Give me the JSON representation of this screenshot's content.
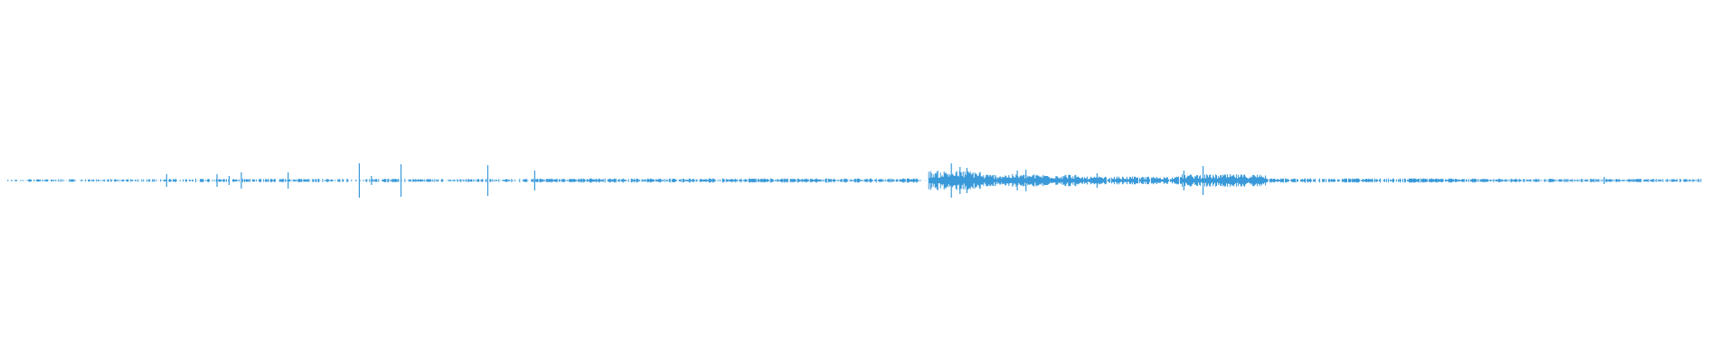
{
  "waveform": {
    "color": "#3a9ad9",
    "background": "#ffffff",
    "segments": [
      {
        "from": 0.004,
        "to": 0.016,
        "level": 0.05,
        "density": 0.35
      },
      {
        "from": 0.016,
        "to": 0.095,
        "level": 0.08,
        "density": 0.55
      },
      {
        "from": 0.095,
        "to": 0.165,
        "level": 0.1,
        "density": 0.65
      },
      {
        "from": 0.165,
        "to": 0.31,
        "level": 0.1,
        "density": 0.6
      },
      {
        "from": 0.31,
        "to": 0.53,
        "level": 0.12,
        "density": 0.85
      },
      {
        "from": 0.53,
        "to": 0.535,
        "level": 0.0,
        "density": 0.0
      },
      {
        "from": 0.535,
        "to": 0.565,
        "level": 0.55,
        "density": 1.0
      },
      {
        "from": 0.565,
        "to": 0.62,
        "level": 0.35,
        "density": 1.0
      },
      {
        "from": 0.62,
        "to": 0.68,
        "level": 0.22,
        "density": 0.95
      },
      {
        "from": 0.68,
        "to": 0.73,
        "level": 0.35,
        "density": 1.0
      },
      {
        "from": 0.73,
        "to": 0.85,
        "level": 0.12,
        "density": 0.85
      },
      {
        "from": 0.85,
        "to": 0.98,
        "level": 0.1,
        "density": 0.75
      }
    ],
    "peaks": [
      {
        "pos": 0.096,
        "level": 0.35
      },
      {
        "pos": 0.125,
        "level": 0.35
      },
      {
        "pos": 0.132,
        "level": 0.25
      },
      {
        "pos": 0.139,
        "level": 0.45
      },
      {
        "pos": 0.166,
        "level": 0.45
      },
      {
        "pos": 0.207,
        "level": 0.95
      },
      {
        "pos": 0.214,
        "level": 0.25
      },
      {
        "pos": 0.231,
        "level": 0.9
      },
      {
        "pos": 0.281,
        "level": 0.85
      },
      {
        "pos": 0.308,
        "level": 0.55
      },
      {
        "pos": 0.548,
        "level": 0.95
      },
      {
        "pos": 0.553,
        "level": 0.75
      },
      {
        "pos": 0.557,
        "level": 0.7
      },
      {
        "pos": 0.586,
        "level": 0.55
      },
      {
        "pos": 0.591,
        "level": 0.6
      },
      {
        "pos": 0.632,
        "level": 0.4
      },
      {
        "pos": 0.682,
        "level": 0.55
      },
      {
        "pos": 0.693,
        "level": 0.8
      },
      {
        "pos": 0.924,
        "level": 0.2
      }
    ]
  }
}
